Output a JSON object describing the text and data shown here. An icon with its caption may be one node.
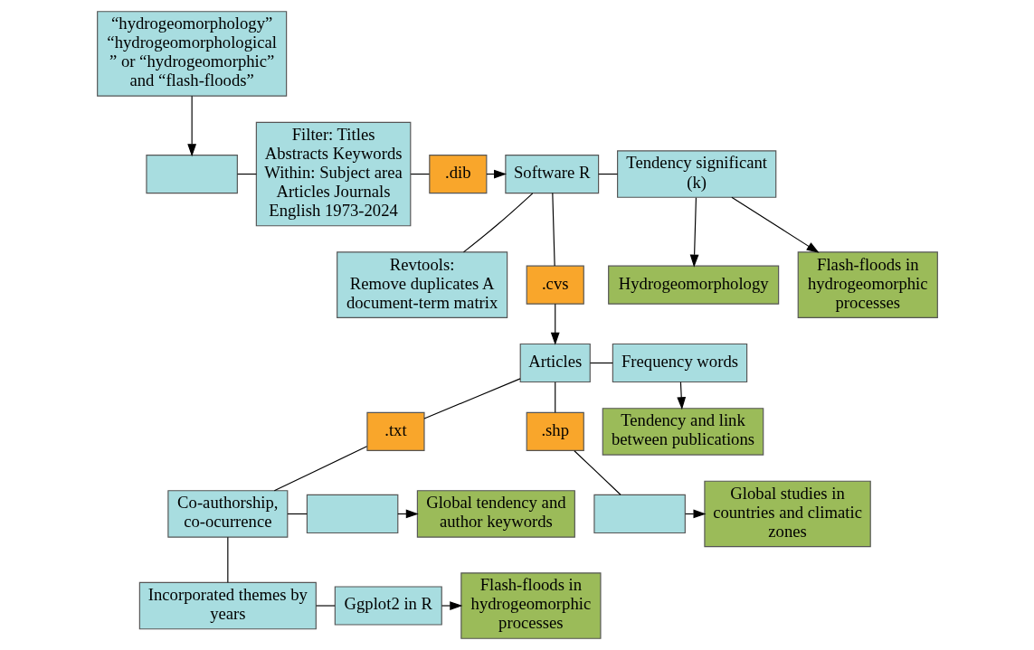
{
  "diagram": {
    "nodes": [
      {
        "text": [],
        "shape": "box"
      },
      {
        "text": [
          "“hydrogeomorphology”",
          "“hydrogeomorphological” or “hydrogeomorphic” and “flash-floods”"
        ]
      },
      {
        "text": [
          "Filter: Titles Abstracts Keywords",
          "Within: Subject area Articles Journals English 1973-2024"
        ]
      },
      {
        "text": [
          ".dib"
        ]
      },
      {
        "text": [
          "Software R"
        ]
      },
      {
        "text": [
          "Tendency significant (k)"
        ]
      },
      {
        "text": [
          "Revtools:",
          "Remove duplicates A document-term matrix"
        ]
      },
      {
        "text": [
          ".cvs"
        ]
      },
      {
        "text": [
          "Hydrogeomorphology"
        ]
      },
      {
        "text": [
          "Flash-floods in hydrogeomorphic processes"
        ]
      },
      {
        "text": [
          "Frequency words"
        ]
      },
      {
        "text": [
          "Articles"
        ]
      },
      {
        "text": [
          ".txt"
        ]
      },
      {
        "text": [
          "Tendency and link between publications"
        ]
      },
      {
        "text": [
          ".shp"
        ]
      },
      {
        "text": [
          "Global studies in countries and climatic zones"
        ]
      },
      {
        "text": [],
        "shape": "box"
      },
      {
        "text": [
          "Global tendency and author keywords"
        ]
      },
      {
        "text": [],
        "shape": "box"
      },
      {
        "text": [
          "Co-authorship, co-ocurrence"
        ]
      },
      {
        "text": [
          "Flash-floods in hydrogeomorphic processes"
        ]
      },
      {
        "text": [
          "Ggplot2 in R"
        ]
      },
      {
        "text": [
          "Incorporated themes by years"
        ]
      }
    ],
    "edges": [
      {
        "from": 1,
        "to": 0,
        "arrow": "to"
      },
      {
        "from": 0,
        "to": 2,
        "arrow": "none"
      },
      {
        "from": 2,
        "to": 3,
        "arrow": "none"
      },
      {
        "from": 3,
        "to": 4,
        "arrow": "to"
      },
      {
        "from": 4,
        "to": 6,
        "arrow": "none"
      },
      {
        "from": 4,
        "to": 5,
        "arrow": "none"
      },
      {
        "from": 5,
        "to": 8,
        "arrow": "to"
      },
      {
        "from": 5,
        "to": 9,
        "arrow": "to"
      },
      {
        "from": 4,
        "to": 7,
        "arrow": "none"
      },
      {
        "from": 7,
        "to": 11,
        "arrow": "to"
      },
      {
        "from": 11,
        "to": 10,
        "arrow": "none"
      },
      {
        "from": 10,
        "to": 13,
        "arrow": "to"
      },
      {
        "from": 11,
        "to": 12,
        "arrow": "none"
      },
      {
        "from": 11,
        "to": 14,
        "arrow": "none"
      },
      {
        "from": 14,
        "to": 16,
        "arrow": "none"
      },
      {
        "from": 16,
        "to": 15,
        "arrow": "to"
      },
      {
        "from": 12,
        "to": 19,
        "arrow": "none"
      },
      {
        "from": 19,
        "to": 22,
        "arrow": "none"
      },
      {
        "from": 19,
        "to": 18,
        "arrow": "none"
      },
      {
        "from": 18,
        "to": 17,
        "arrow": "to"
      },
      {
        "from": 22,
        "to": 21,
        "arrow": "none"
      },
      {
        "from": 21,
        "to": 20,
        "arrow": "to"
      }
    ]
  }
}
